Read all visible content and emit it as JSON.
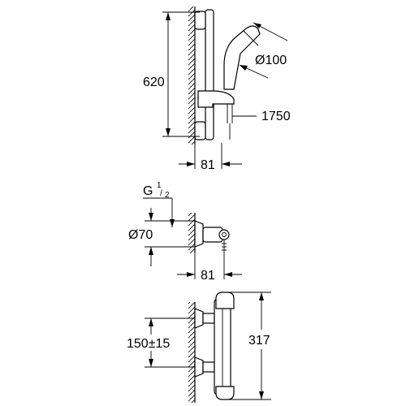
{
  "dimensions": {
    "rail_height": "620",
    "head_diameter": "Ø100",
    "hose_length": "1750",
    "rail_depth": "81",
    "connection_thread_base": "G",
    "connection_thread_num": "1",
    "connection_thread_den": "2",
    "flange_diameter": "Ø70",
    "valve_depth": "81",
    "centers": "150±15",
    "valve_height": "317"
  }
}
